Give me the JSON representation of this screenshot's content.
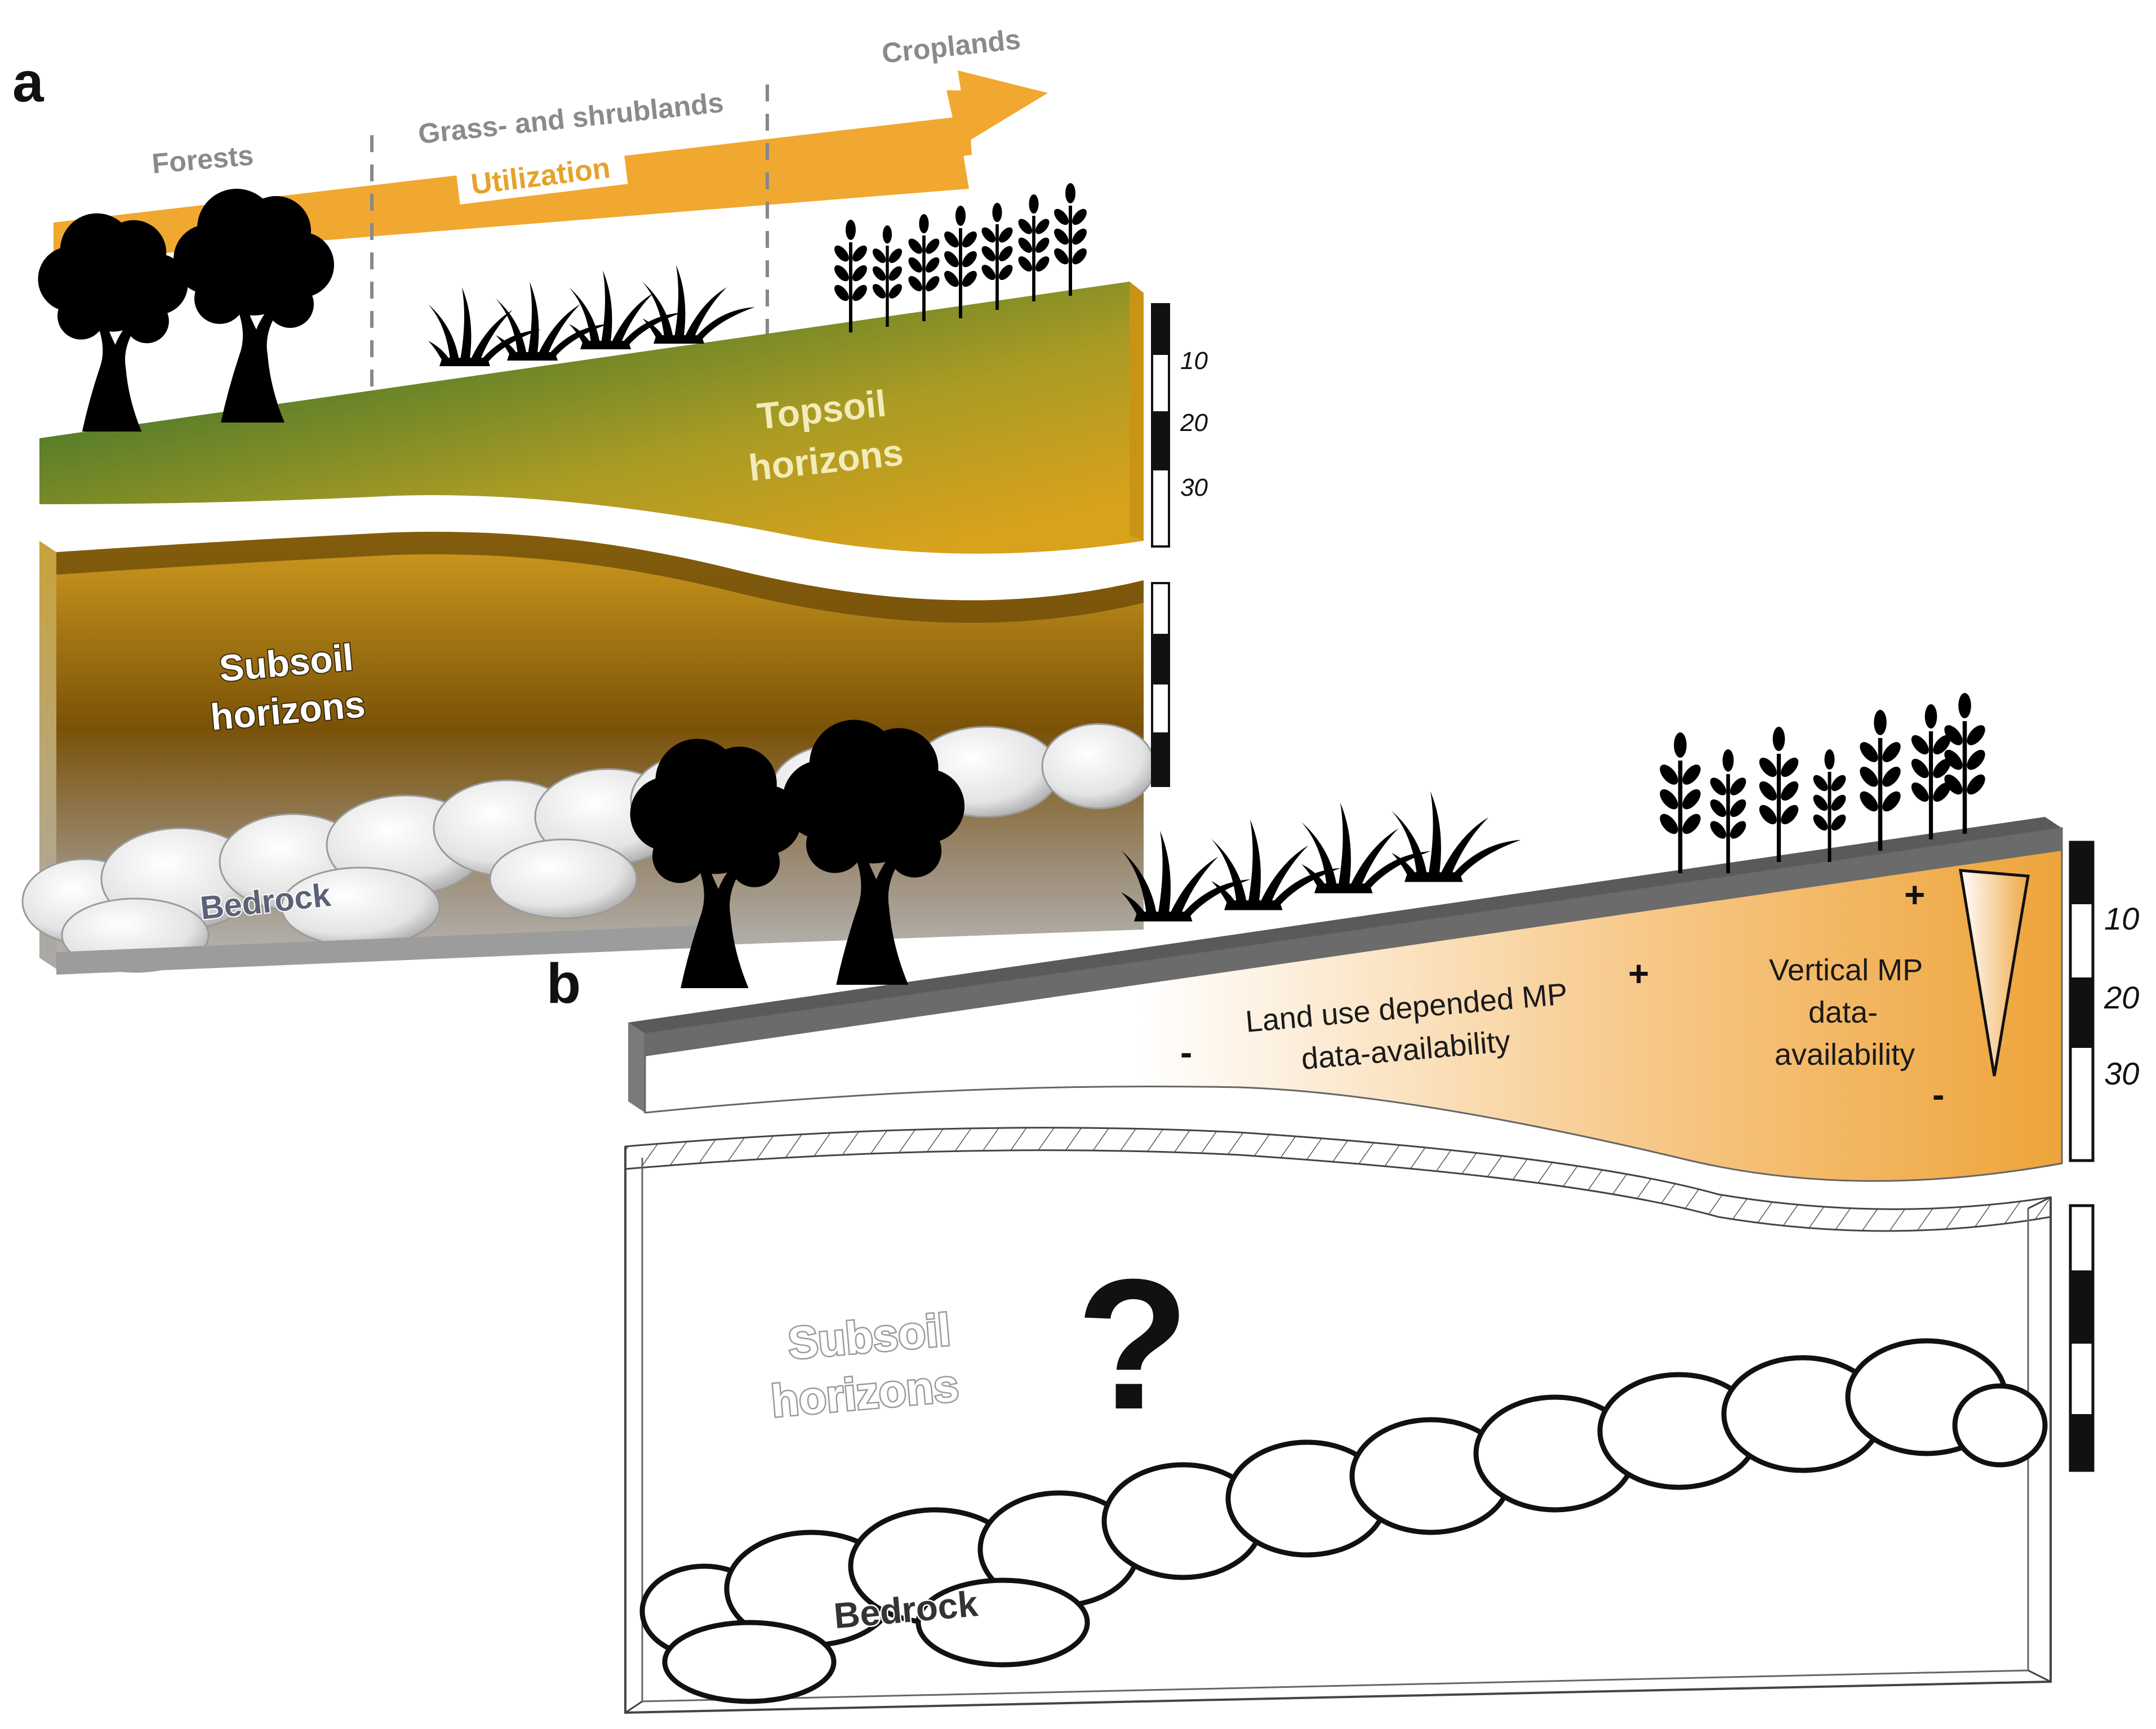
{
  "panel_a": {
    "letter": "a",
    "zones": [
      "Forests",
      "Grass- and shrublands",
      "Croplands"
    ],
    "arrow_label": "Utilization",
    "topsoil": [
      "Topsoil",
      "horizons"
    ],
    "subsoil": [
      "Subsoil",
      "horizons"
    ],
    "bedrock": "Bedrock",
    "scale_ticks": [
      "10",
      "20",
      "30"
    ]
  },
  "panel_b": {
    "letter": "b",
    "land_use_text": [
      "Land use depended MP",
      "data-availability"
    ],
    "vertical_text": [
      "Vertical MP",
      "data-",
      "availability"
    ],
    "plus_sign": "+",
    "minus_sign": "-",
    "subsoil": [
      "Subsoil",
      "horizons"
    ],
    "question": "?",
    "bedrock": "Bedrock",
    "scale_ticks": [
      "10",
      "20",
      "30"
    ]
  },
  "colors": {
    "utilization_arrow": "#f0a830",
    "topsoil_green": "#4f7b2a",
    "topsoil_amber": "#d9a21c",
    "subsoil_brown": "#7a5208",
    "surface_grey": "#6b6b6b",
    "availability_orange": "#eea43a"
  },
  "icons": [
    "tree-icon",
    "grass-icon",
    "wheat-icon",
    "rock-icon",
    "scale-bar-icon"
  ]
}
